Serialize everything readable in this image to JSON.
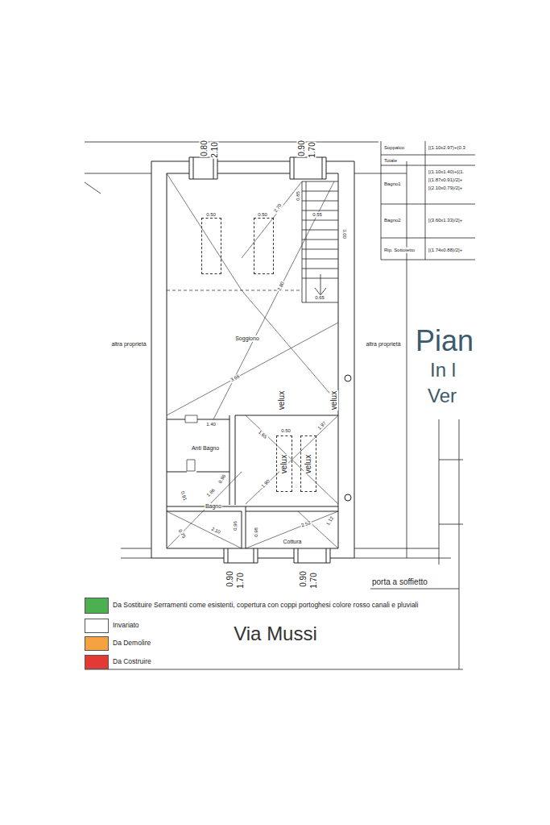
{
  "diagram": {
    "nodes": [
      {
        "text": [
          "Soggiono"
        ]
      },
      {
        "text": [
          "velux"
        ],
        "in": 0
      },
      {
        "text": [
          "velux"
        ],
        "in": 0
      },
      {
        "text": [
          "Anti Bagno"
        ]
      },
      {
        "text": [
          "Bagno"
        ]
      },
      {
        "text": [
          "Cottura"
        ]
      },
      {
        "text": [
          "velux"
        ]
      },
      {
        "text": [
          "velux"
        ]
      }
    ],
    "labels": [
      "0.80",
      "2.10",
      "0.90",
      "1.70",
      "Soppalco",
      "[(1.10x2.97)+(0.3",
      "Totale",
      "Bagno1",
      "[(1.10x1.40)+[(1.",
      "[(1.87x0.91)/2]+",
      "[(2.10x0.79)/2]+",
      "Bagno2",
      "[(3.60x1.33)/2]+",
      "Rip. Sottotetto",
      "[(1.74x0.88)/2]+",
      "Pian",
      "In l",
      "Ver",
      "altra proprietà",
      "altra proprietà",
      "0.50",
      "0.50",
      "0.55",
      "0.85",
      "2.70",
      "3.00",
      "0.65",
      "2.80",
      "3.66",
      "1.40",
      "0.50",
      "1.65",
      "1.97",
      "1.90",
      "0.96",
      "1.86",
      "0.91",
      "0.75",
      "2.10",
      "0.96",
      "0.98",
      "2.52",
      "1.12",
      "0.90",
      "1.70",
      "0.90",
      "1.70",
      "porta a soffietto",
      "Via Mussi"
    ],
    "legend": [
      {
        "text": "Da Sostituire Serramenti come esistenti, copertura con coppi portoghesi colore rosso canali e pluviali",
        "color": "#4caf50"
      },
      {
        "text": "Invariato",
        "color": "#ffffff"
      },
      {
        "text": "Da Demolire",
        "color": "#f5a340"
      },
      {
        "text": "Da Costruire",
        "color": "#e53935"
      }
    ]
  }
}
